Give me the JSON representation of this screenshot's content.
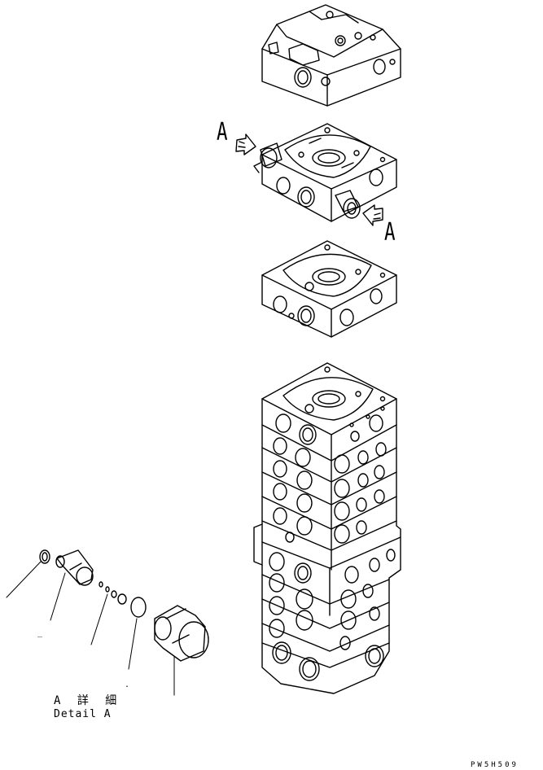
{
  "labels": {
    "callout_a_top": "A",
    "callout_a_right": "A",
    "detail_jp": "A 詳 細",
    "detail_en": "Detail A",
    "drawing_code": "PW5H509",
    "dash_1": "_",
    "dash_2": "."
  },
  "colors": {
    "line": "#000000",
    "background": "#ffffff"
  }
}
